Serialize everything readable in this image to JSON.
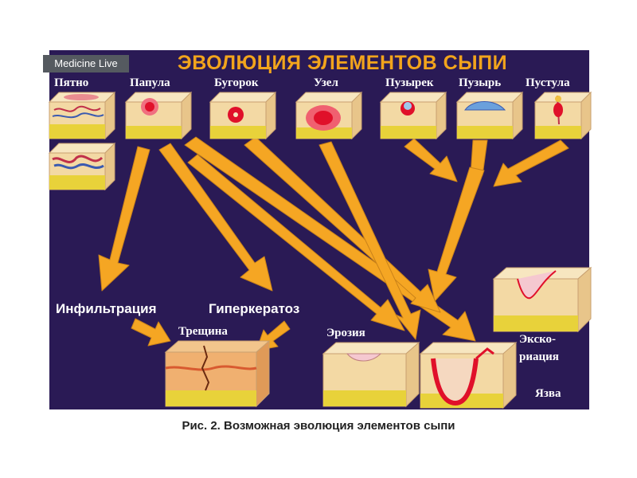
{
  "watermark": "Medicine Live",
  "title": "ЭВОЛЮЦИЯ ЭЛЕМЕНТОВ СЫПИ",
  "primary_elements": {
    "spot": "Пятно",
    "papule": "Папула",
    "tubercle": "Бугорок",
    "node": "Узел",
    "vesicle": "Пузырек",
    "bulla": "Пузырь",
    "pustule": "Пустула"
  },
  "processes": {
    "infiltration": "Инфильтрация",
    "hyperkeratosis": "Гиперкератоз"
  },
  "secondary_elements": {
    "fissure": "Трещина",
    "erosion": "Эрозия",
    "excoriation_line1": "Экско-",
    "excoriation_line2": "риация",
    "ulcer": "Язва"
  },
  "caption": "Рис. 2. Возможная эволюция элементов сыпи",
  "colors": {
    "panel": "#2a1a55",
    "arrow": "#f5a623",
    "title": "#f2a41c",
    "skin": "#f3d9a4",
    "fat": "#e8d23a",
    "lesion_red": "#e0102a"
  }
}
